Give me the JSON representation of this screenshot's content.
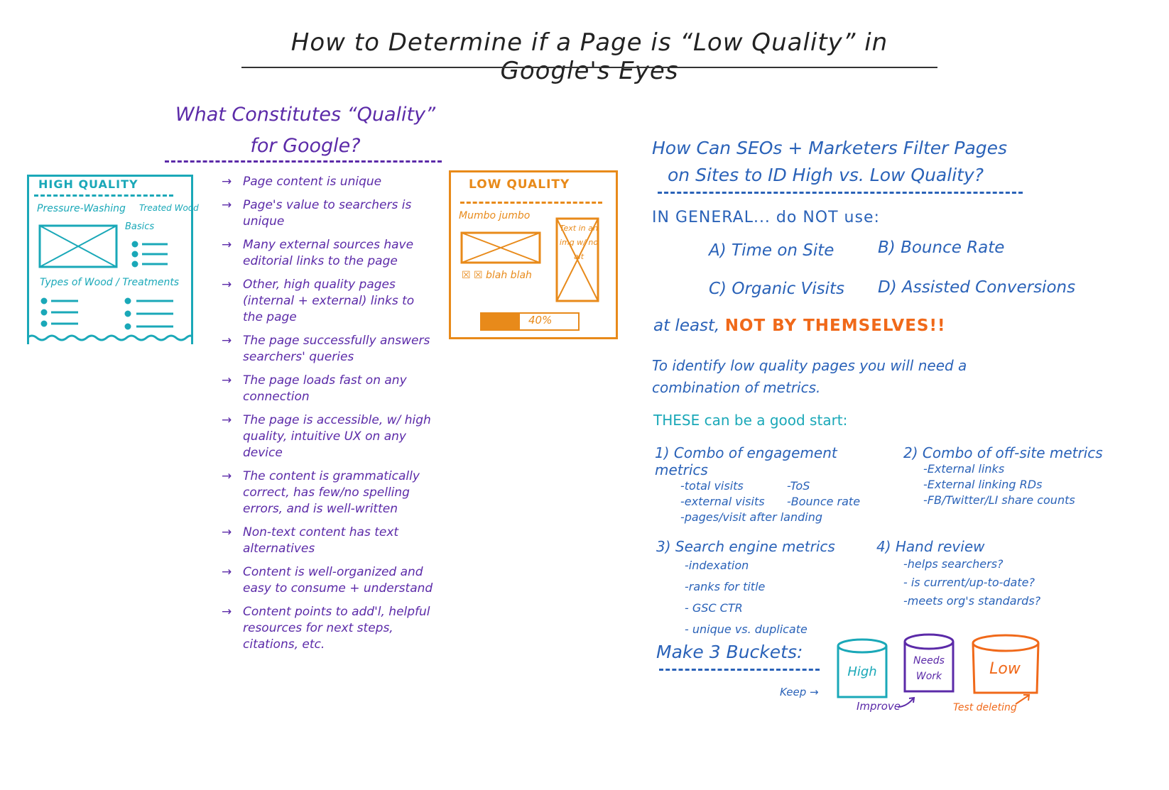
{
  "title": "How to Determine if a Page is “Low Quality” in Google's Eyes",
  "quality_section": {
    "heading": "What Constitutes “Quality” for Google?",
    "arrow": "→",
    "bullets": [
      "Page content is unique",
      "Page's value to searchers is unique",
      "Many external sources have editorial links to the page",
      "Other, high quality pages (internal + external) links to the page",
      "The page successfully answers searchers' queries",
      "The page loads fast on any connection",
      "The page is accessible, w/ high quality, intuitive UX on any device",
      "The content is grammatically correct, has few/no spelling errors, and is well-written",
      "Non-text content has text alternatives",
      "Content is well-organized and easy to consume + understand",
      "Content points to add'l, helpful resources for next steps, citations, etc."
    ]
  },
  "high_quality_sketch": {
    "title": "HIGH QUALITY",
    "line1": "Pressure-Washing",
    "line2": "Treated Wood",
    "line3": "Basics",
    "line4": "Types of Wood / Treatments"
  },
  "low_quality_sketch": {
    "title": "LOW QUALITY",
    "line1": "Mumbo jumbo",
    "checkboxes": "☒ ☒ blah blah",
    "side_text": "Text in an img w/ no alt",
    "progress_label": "40%",
    "progress_fraction": 0.4
  },
  "filter_section": {
    "heading_line1": "How Can SEOs + Marketers Filter Pages",
    "heading_line2": "on Sites to ID High vs. Low Quality?",
    "general": "IN GENERAL... do NOT use:",
    "options": {
      "a": "A) Time on Site",
      "b": "B) Bounce Rate",
      "c": "C) Organic Visits",
      "d": "D) Assisted Conversions"
    },
    "at_least": "at least,",
    "not_by_themselves": "NOT BY THEMSELVES!!",
    "identify": "To identify low quality pages you will need a combination of metrics.",
    "these": "THESE can be a good start:",
    "groups": [
      {
        "heading": "1) Combo of engagement metrics",
        "items": [
          "-total visits",
          "-ToS",
          "-external visits",
          "-Bounce rate",
          "-pages/visit after landing"
        ]
      },
      {
        "heading": "2) Combo of off-site metrics",
        "items": [
          "-External links",
          "-External linking RDs",
          "-FB/Twitter/LI share counts"
        ]
      },
      {
        "heading": "3) Search engine metrics",
        "items": [
          "-indexation",
          "-ranks for title",
          "- GSC CTR",
          "- unique vs. duplicate"
        ]
      },
      {
        "heading": "4) Hand review",
        "items": [
          "-helps searchers?",
          "- is current/up-to-date?",
          "-meets org's standards?"
        ]
      }
    ],
    "buckets_heading": "Make 3 Buckets:",
    "buckets": {
      "high": "High",
      "needs_work": "Needs Work",
      "low": "Low"
    },
    "actions": {
      "keep": "Keep →",
      "improve": "Improve",
      "test_deleting": "Test deleting"
    }
  },
  "colors": {
    "ink_black": "#222222",
    "ink_purple": "#5b2aa8",
    "ink_blue": "#2a62b8",
    "ink_teal": "#1aa8b8",
    "ink_orange": "#e88a1a",
    "ink_red_orange": "#f0691a"
  }
}
